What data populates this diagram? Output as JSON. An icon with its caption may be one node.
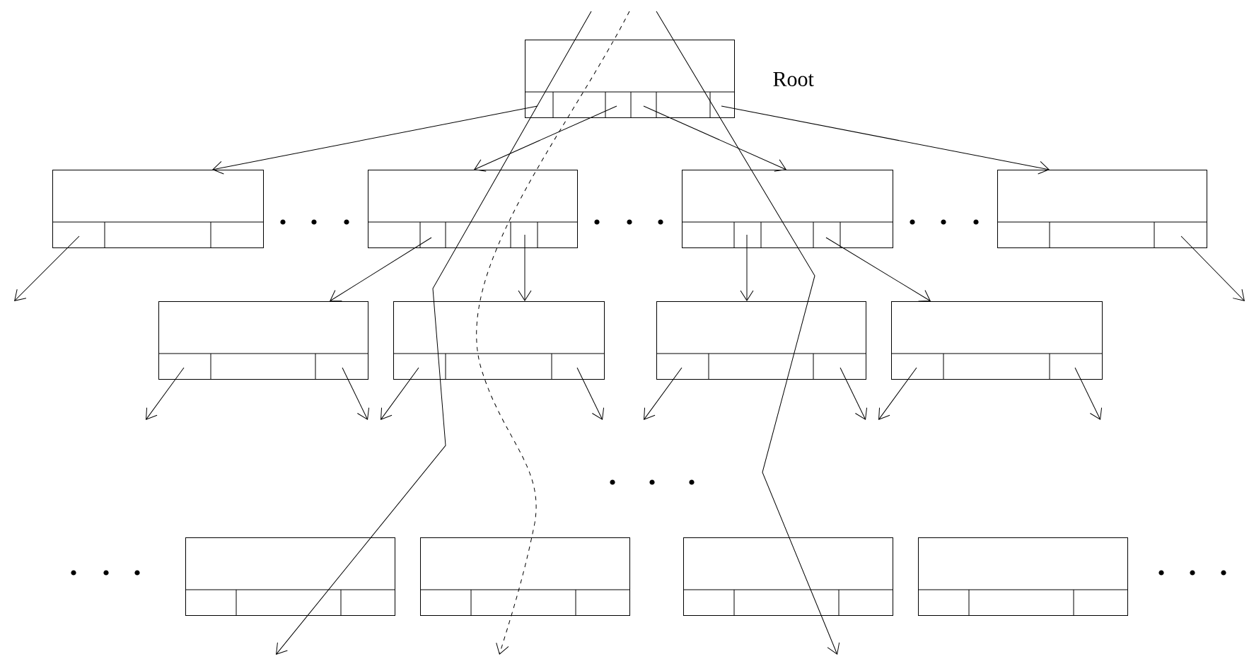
{
  "diagram": {
    "nodes": [
      {
        "text": [],
        "shape": "box",
        "beside": [
          "Root"
        ]
      },
      {
        "text": [],
        "shape": "box"
      },
      {
        "text": [],
        "shape": "box"
      },
      {
        "text": [],
        "shape": "box"
      },
      {
        "text": [],
        "shape": "box"
      },
      {
        "text": [],
        "shape": "box"
      },
      {
        "text": [],
        "shape": "box"
      },
      {
        "text": [],
        "shape": "box"
      },
      {
        "text": [],
        "shape": "box"
      },
      {
        "text": [],
        "shape": "box"
      },
      {
        "text": [],
        "shape": "box"
      },
      {
        "text": [],
        "shape": "box"
      },
      {
        "text": [],
        "shape": "box"
      }
    ],
    "edges": [
      {
        "from": 0,
        "to": 1,
        "arrow": "to"
      },
      {
        "from": 0,
        "to": 2,
        "arrow": "to"
      },
      {
        "from": 0,
        "to": 3,
        "arrow": "to"
      },
      {
        "from": 0,
        "to": 4,
        "arrow": "to"
      },
      {
        "from": 2,
        "to": 5,
        "arrow": "to"
      },
      {
        "from": 2,
        "to": 6,
        "arrow": "to"
      },
      {
        "from": 3,
        "to": 7,
        "arrow": "to"
      },
      {
        "from": 3,
        "to": 8,
        "arrow": "to"
      },
      {
        "from": 1,
        "to": null,
        "arrow": "to"
      },
      {
        "from": 4,
        "to": null,
        "arrow": "to"
      },
      {
        "from": 5,
        "to": null,
        "arrow": "to"
      },
      {
        "from": 5,
        "to": null,
        "arrow": "to"
      },
      {
        "from": 6,
        "to": null,
        "arrow": "to"
      },
      {
        "from": 6,
        "to": null,
        "arrow": "to"
      },
      {
        "from": 7,
        "to": null,
        "arrow": "to"
      },
      {
        "from": 7,
        "to": null,
        "arrow": "to"
      },
      {
        "from": 8,
        "to": null,
        "arrow": "to"
      },
      {
        "from": 8,
        "to": null,
        "arrow": "to"
      }
    ]
  }
}
